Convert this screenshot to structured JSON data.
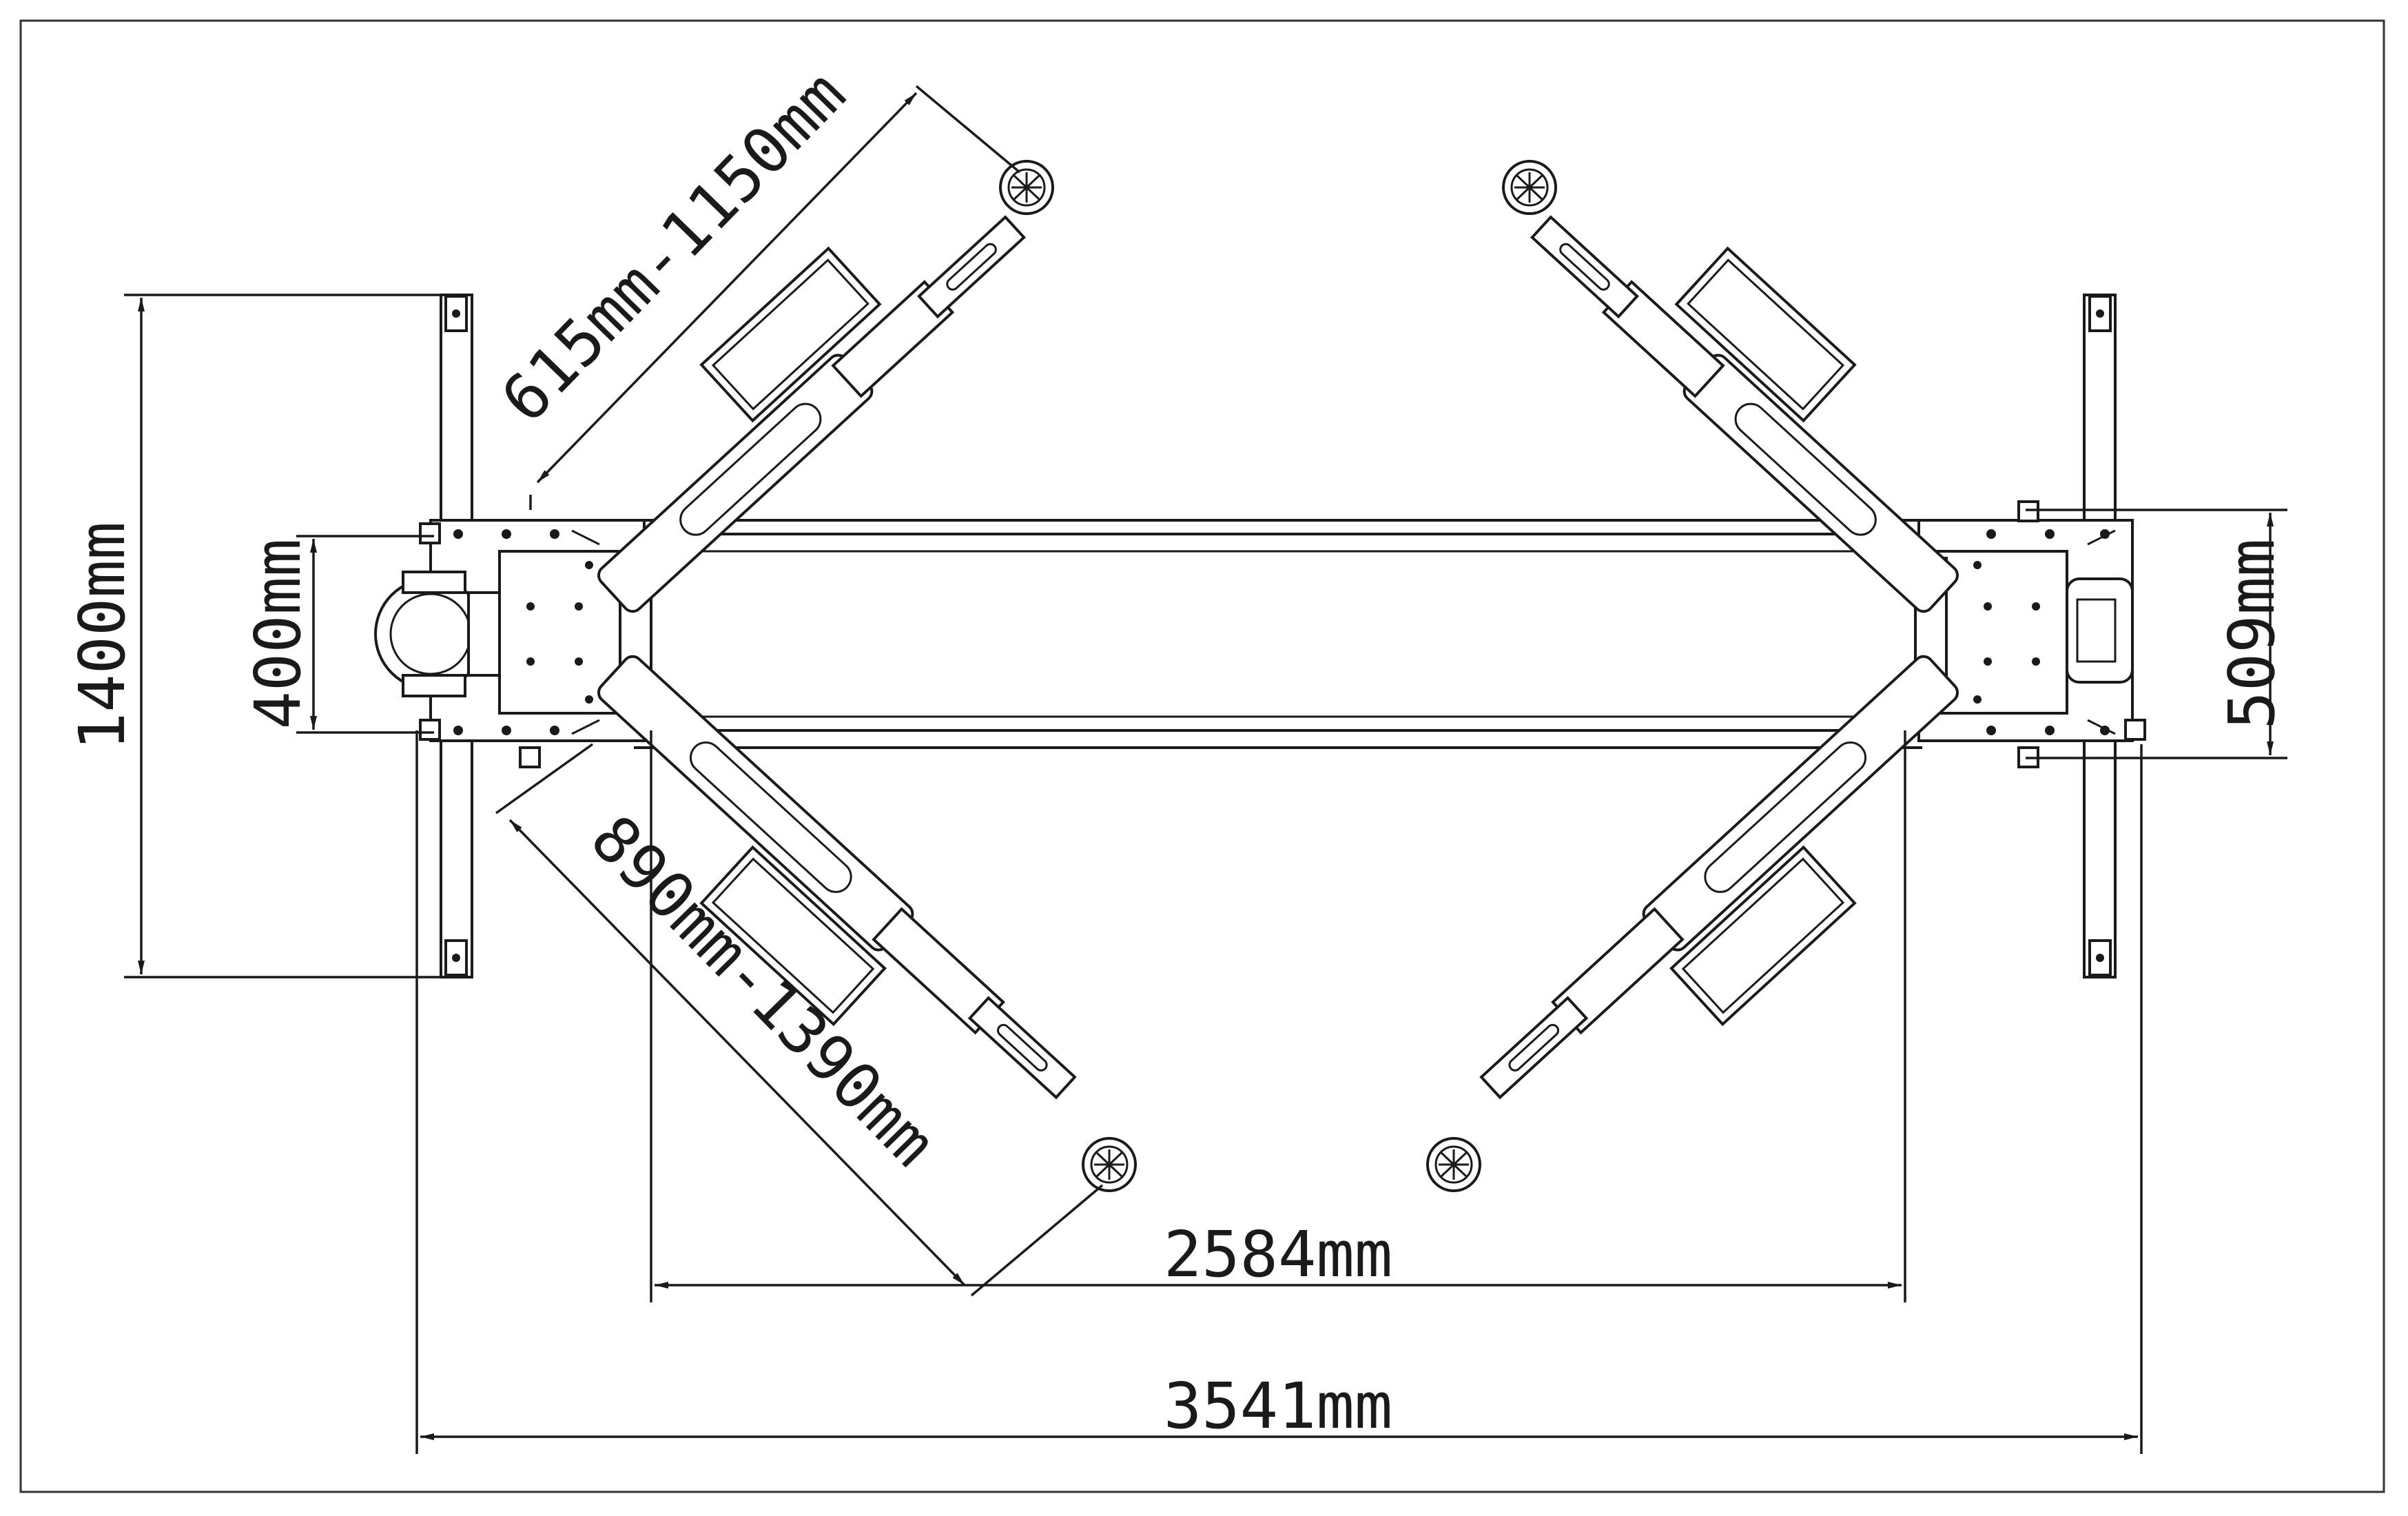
{
  "diagram": {
    "dimensions": {
      "post_base_length": "1400mm",
      "carriage_width_left": "400mm",
      "carriage_width_right": "509mm",
      "short_arm_range": "615mm-1150mm",
      "long_arm_range": "890mm-1390mm",
      "inner_width": "2584mm",
      "overall_width": "3541mm"
    }
  }
}
